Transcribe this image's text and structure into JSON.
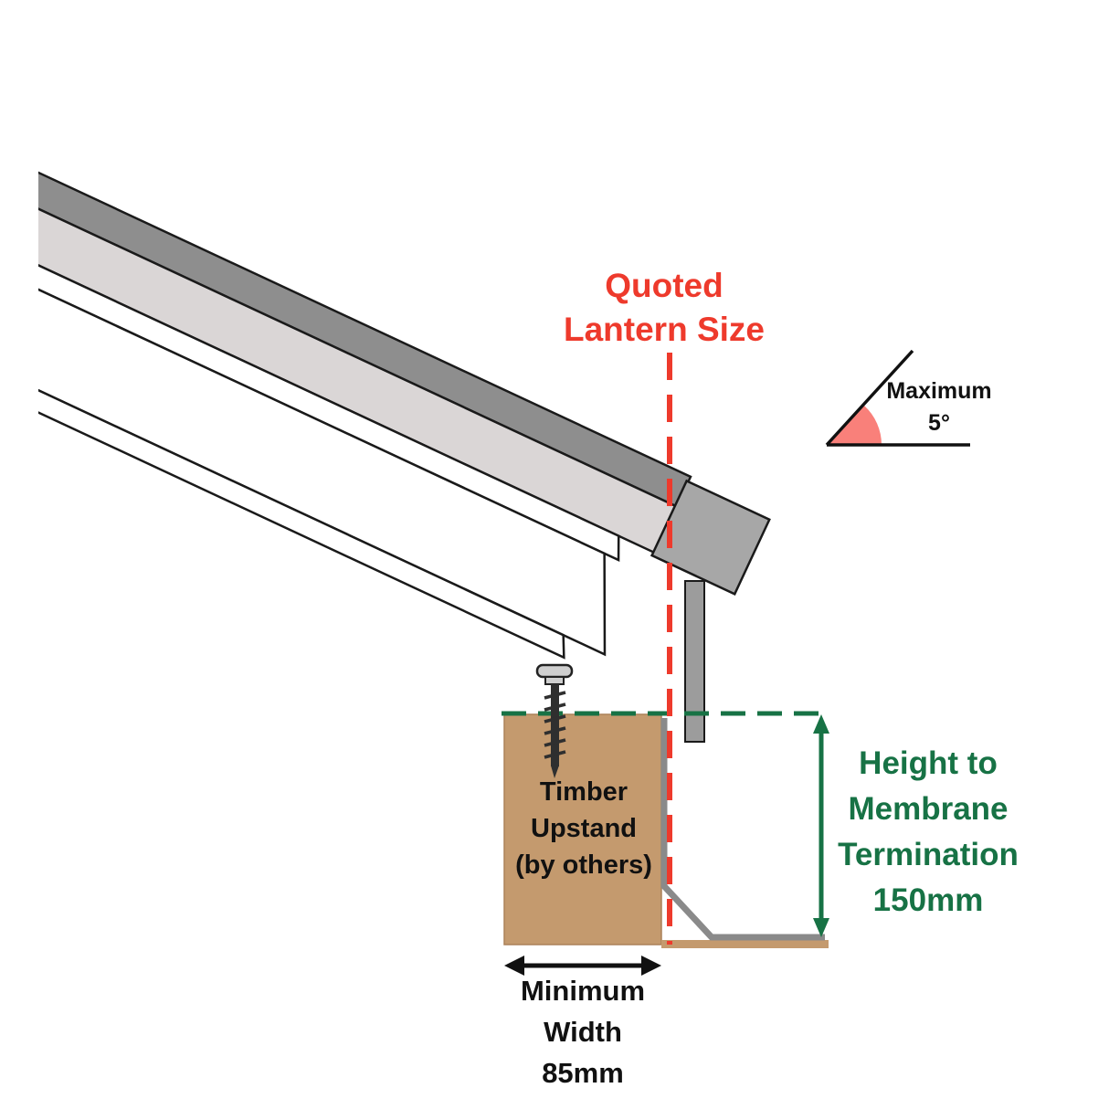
{
  "diagram": {
    "quoted_lantern_size": {
      "lines": [
        "Quoted",
        "Lantern Size"
      ]
    },
    "max_pitch": {
      "lines": [
        "Maximum",
        "5°"
      ]
    },
    "timber_upstand": {
      "lines": [
        "Timber",
        "Upstand",
        "(by others)"
      ]
    },
    "height_to_membrane": {
      "lines": [
        "Height to",
        "Membrane",
        "Termination",
        "150mm"
      ]
    },
    "minimum_width": {
      "lines": [
        "Minimum",
        "Width",
        "85mm"
      ]
    }
  },
  "colors": {
    "accent_red": "#ee3a2c",
    "accent_green": "#177245",
    "timber_tan": "#c49a6e",
    "angle_wedge": "#f9807a",
    "roof_dark_gray": "#8e8e8e",
    "roof_light_gray": "#dad6d6",
    "end_cap_gray": "#a7a7a7",
    "membrane_gray": "#8a8a8a"
  }
}
